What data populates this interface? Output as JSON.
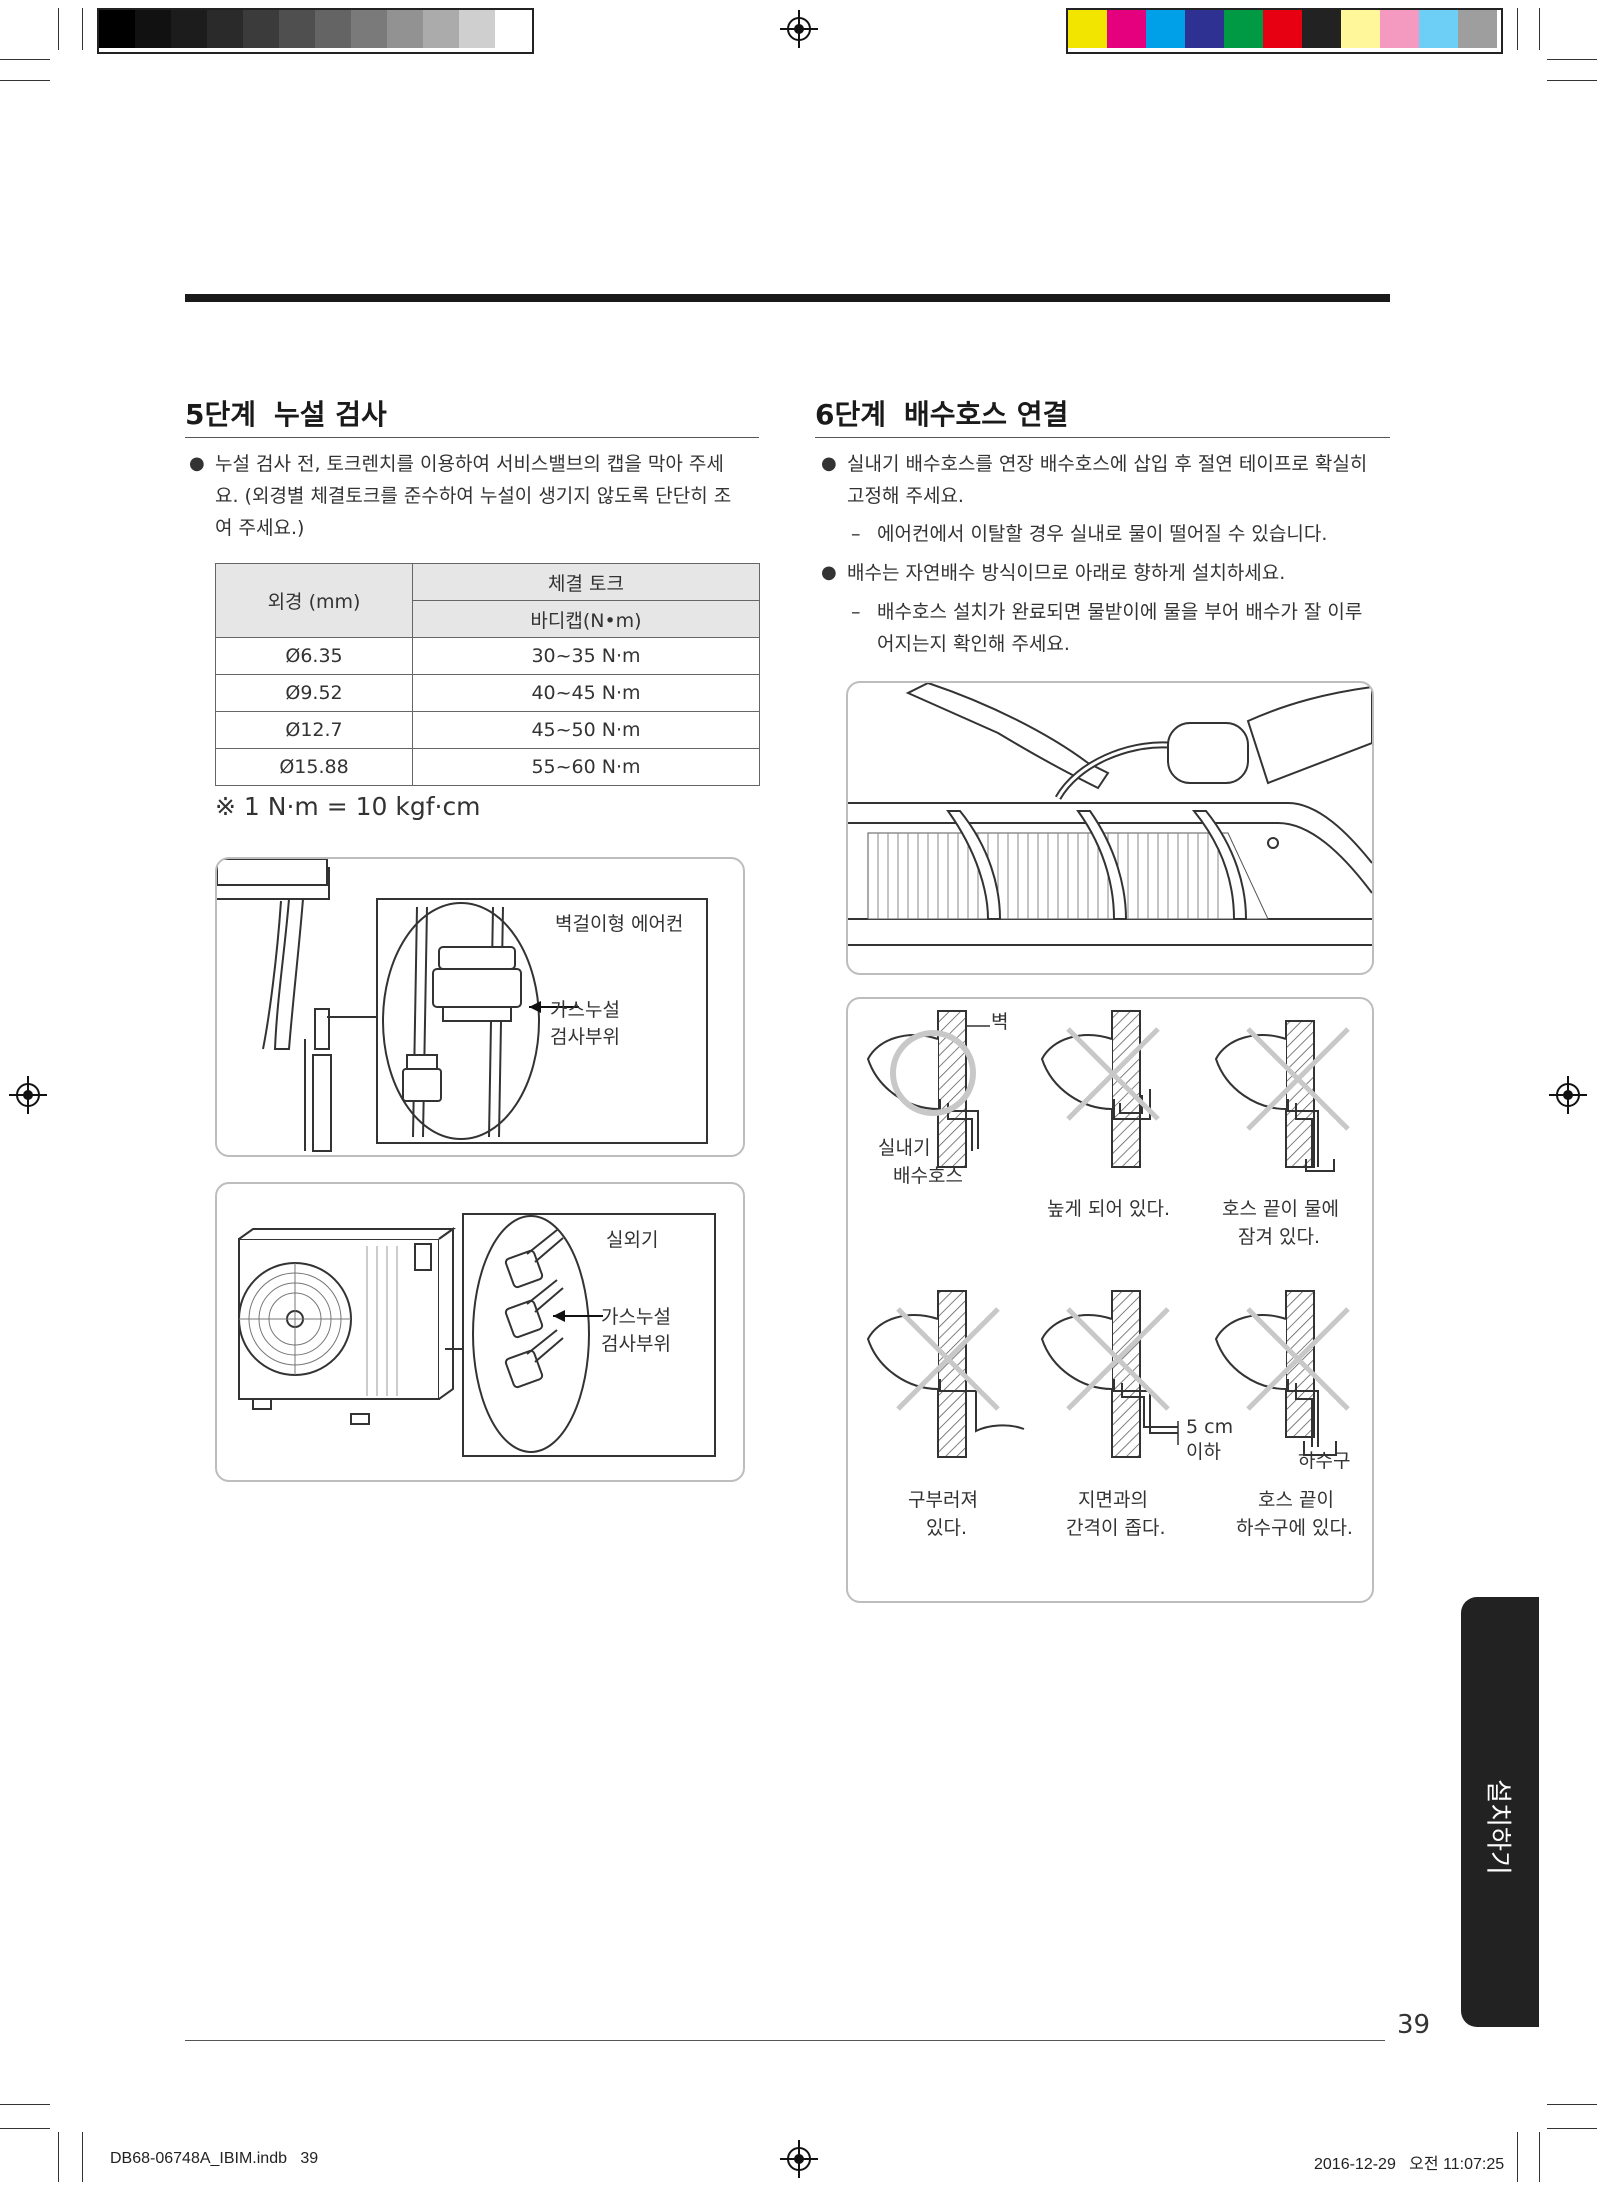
{
  "calibration": {
    "gray_swatches": [
      "#000000",
      "#111111",
      "#1c1c1c",
      "#2a2a2a",
      "#3b3b3b",
      "#4f4f4f",
      "#646464",
      "#7a7a7a",
      "#929292",
      "#ababab",
      "#cfcfcf",
      "#ffffff"
    ],
    "color_swatches": [
      "#f2e600",
      "#e5007e",
      "#00a0e9",
      "#2e3192",
      "#009944",
      "#e60012",
      "#222222",
      "#fff799",
      "#f49ac1",
      "#6dcff6",
      "#9e9e9e"
    ]
  },
  "step5": {
    "title_step": "5단계",
    "title_text": "누설 검사",
    "bullet1": "누설 검사 전, 토크렌치를 이용하여 서비스밸브의 캡을 막아 주세요. (외경별 체결토크를 준수하여 누설이 생기지 않도록 단단히 조여 주세요.)",
    "table": {
      "col1_header": "외경 (mm)",
      "col2_header": "체결 토크",
      "col2_subheader": "바디캡(N•m)",
      "rows": [
        {
          "diameter": "Ø6.35",
          "torque": "30~35 N·m"
        },
        {
          "diameter": "Ø9.52",
          "torque": "40~45 N·m"
        },
        {
          "diameter": "Ø12.7",
          "torque": "45~50 N·m"
        },
        {
          "diameter": "Ø15.88",
          "torque": "55~60 N·m"
        }
      ]
    },
    "note": "※ 1 N·m = 10 kgf·cm",
    "fig_indoor": {
      "unit_label": "벽걸이형 에어컨",
      "check_label_1": "가스누설",
      "check_label_2": "검사부위"
    },
    "fig_outdoor": {
      "unit_label": "실외기",
      "check_label_1": "가스누설",
      "check_label_2": "검사부위"
    }
  },
  "step6": {
    "title_step": "6단계",
    "title_text": "배수호스 연결",
    "bullet1": "실내기 배수호스를 연장 배수호스에 삽입 후 절연 테이프로 확실히 고정해 주세요.",
    "dash1": "에어컨에서 이탈할 경우 실내로 물이 떨어질 수 있습니다.",
    "bullet2": "배수는 자연배수 방식이므로 아래로 향하게 설치하세요.",
    "dash2": "배수호스 설치가 완료되면 물받이에 물을 부어 배수가 잘 이루어지는지 확인해 주세요.",
    "drain_fig": {
      "wall": "벽",
      "indoor_hose_1": "실내기",
      "indoor_hose_2": "배수호스",
      "high_caption": "높게 되어 있다.",
      "submerged_1": "호스 끝이 물에",
      "submerged_2": "잠겨 있다.",
      "distance": "5 cm",
      "distance_2": "이하",
      "sewer": "하수구",
      "bent_1": "구부러져",
      "bent_2": "있다.",
      "gap_1": "지면과의",
      "gap_2": "간격이 좁다.",
      "in_sewer_1": "호스 끝이",
      "in_sewer_2": "하수구에 있다."
    }
  },
  "side_tab": "설치하기",
  "page_number": "39",
  "footer": {
    "file": "DB68-06748A_IBIM.indb   39",
    "date": "2016-12-29   오전 11:07:25"
  }
}
